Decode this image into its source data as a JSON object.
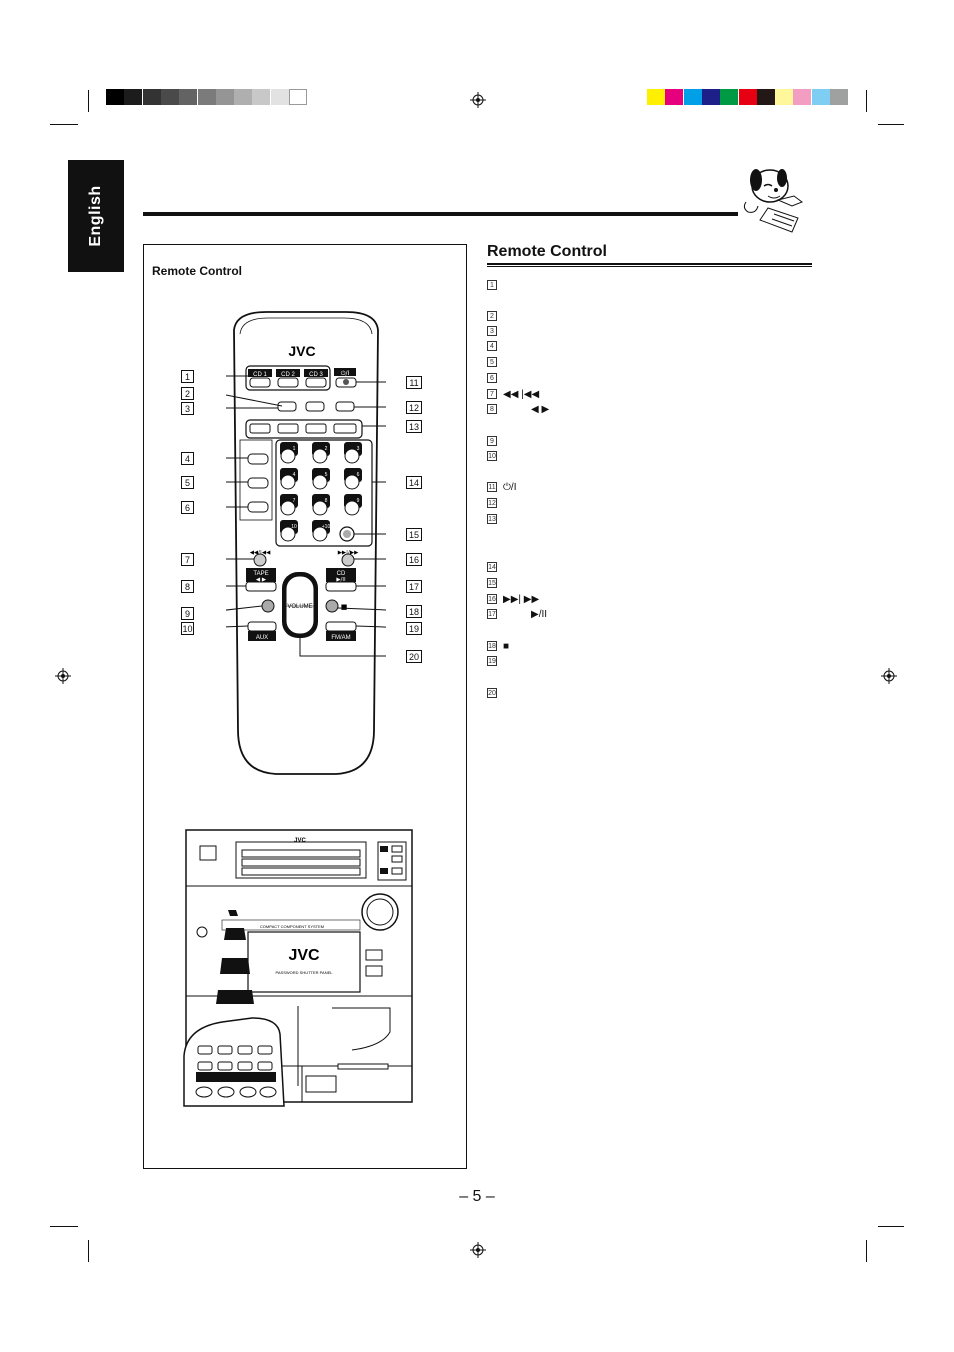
{
  "sidebar_tab": {
    "label": "English"
  },
  "left_panel": {
    "heading": "Remote Control"
  },
  "section": {
    "title": "Remote Control"
  },
  "remote": {
    "brand": "JVC",
    "cd_buttons": [
      "CD 1",
      "CD 2",
      "CD 3"
    ],
    "power_symbol": "⏻/I",
    "numbers": [
      "1",
      "2",
      "3",
      "4",
      "5",
      "6",
      "7",
      "8",
      "9",
      "10",
      "+10"
    ],
    "rew_label": "◀◀/|◀◀",
    "ff_label": "▶▶|/▶▶",
    "tape_label": "TAPE",
    "tape_sub": "◀ ▶",
    "cd_label": "CD",
    "cd_sub": "▶/II",
    "volume_label": "VOLUME",
    "stop_symbol": "■",
    "aux_label": "AUX",
    "fmam_label": "FM/AM"
  },
  "unit": {
    "brand": "JVC",
    "system_text": "COMPACT COMPONENT SYSTEM",
    "panel_text": "PASSWORD SHUTTER PANEL"
  },
  "callouts_left": [
    "1",
    "2",
    "3",
    "4",
    "5",
    "6",
    "7",
    "8",
    "9",
    "10"
  ],
  "callouts_right": [
    "11",
    "12",
    "13",
    "14",
    "15",
    "16",
    "17",
    "18",
    "19",
    "20"
  ],
  "legend": [
    {
      "n": "1",
      "sym": ""
    },
    {
      "n": "2",
      "sym": ""
    },
    {
      "n": "3",
      "sym": ""
    },
    {
      "n": "4",
      "sym": ""
    },
    {
      "n": "5",
      "sym": ""
    },
    {
      "n": "6",
      "sym": ""
    },
    {
      "n": "7",
      "sym": "◀◀ |◀◀"
    },
    {
      "n": "8",
      "sym": "◀ ▶"
    },
    {
      "n": "9",
      "sym": ""
    },
    {
      "n": "10",
      "sym": ""
    },
    {
      "n": "11",
      "sym": "⏻/I"
    },
    {
      "n": "12",
      "sym": ""
    },
    {
      "n": "13",
      "sym": ""
    },
    {
      "n": "14",
      "sym": ""
    },
    {
      "n": "15",
      "sym": ""
    },
    {
      "n": "16",
      "sym": "▶▶| ▶▶"
    },
    {
      "n": "17",
      "sym": "▶/II"
    },
    {
      "n": "18",
      "sym": "■"
    },
    {
      "n": "19",
      "sym": ""
    },
    {
      "n": "20",
      "sym": ""
    }
  ],
  "page_number": "– 5 –",
  "colors": {
    "gray_bar": [
      "#000000",
      "#1c1c1c",
      "#333333",
      "#4a4a4a",
      "#636363",
      "#7b7b7b",
      "#959595",
      "#afafaf",
      "#c8c8c8",
      "#e2e2e2",
      "#ffffff"
    ],
    "color_bar": [
      "#ffef00",
      "#e6007e",
      "#00a0e9",
      "#1d2088",
      "#009944",
      "#e60012",
      "#231815",
      "#fff799",
      "#f19ec2",
      "#7ecef4",
      "#9fa0a0"
    ]
  }
}
